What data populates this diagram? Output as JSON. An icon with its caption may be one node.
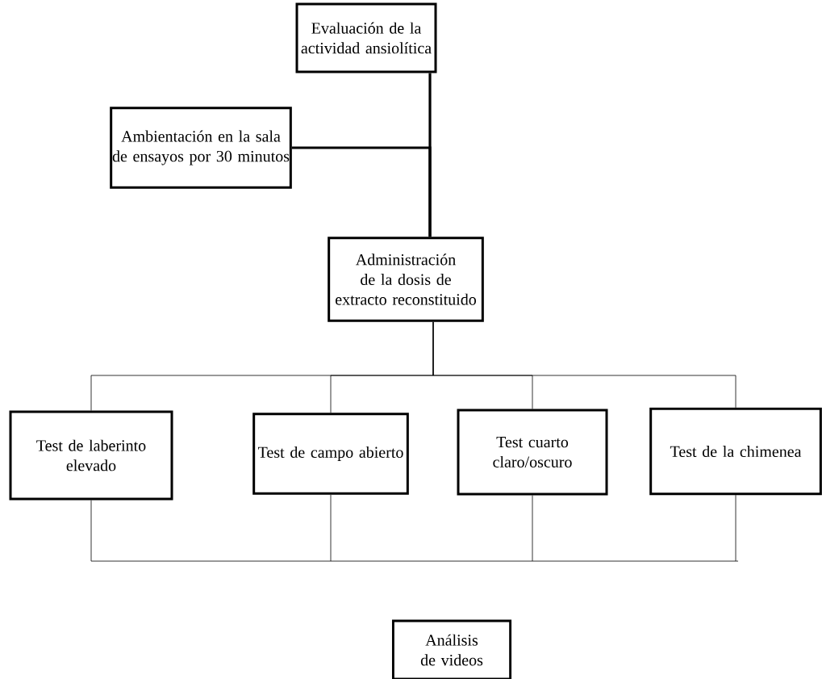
{
  "diagram": {
    "nodes": [
      {
        "text": [
          "Evaluación de la actividad ansiolítica"
        ]
      },
      {
        "text": [
          "Ambientación en la sala de ensayos por 30 minutos"
        ]
      },
      {
        "text": [
          "Administración de la dosis de extracto reconstituido"
        ]
      },
      {
        "text": [
          "Test de laberinto elevado"
        ]
      },
      {
        "text": [
          "Test de campo abierto"
        ]
      },
      {
        "text": [
          "Test cuarto claro/oscuro"
        ]
      },
      {
        "text": [
          "Test de la chimenea"
        ]
      },
      {
        "text": [
          "Análisis de videos"
        ]
      }
    ],
    "edges": [
      {
        "from": 0,
        "to": 2,
        "arrow": "none",
        "style": "thick"
      },
      {
        "from": 1,
        "to": 2,
        "arrow": "none",
        "style": "thick"
      },
      {
        "from": 2,
        "to": 3,
        "arrow": "none"
      },
      {
        "from": 2,
        "to": 4,
        "arrow": "none"
      },
      {
        "from": 2,
        "to": 5,
        "arrow": "none"
      },
      {
        "from": 2,
        "to": 6,
        "arrow": "none"
      },
      {
        "from": 3,
        "to": null,
        "arrow": "none"
      },
      {
        "from": 4,
        "to": null,
        "arrow": "none"
      },
      {
        "from": 5,
        "to": null,
        "arrow": "none"
      },
      {
        "from": 6,
        "to": null,
        "arrow": "none"
      }
    ]
  }
}
